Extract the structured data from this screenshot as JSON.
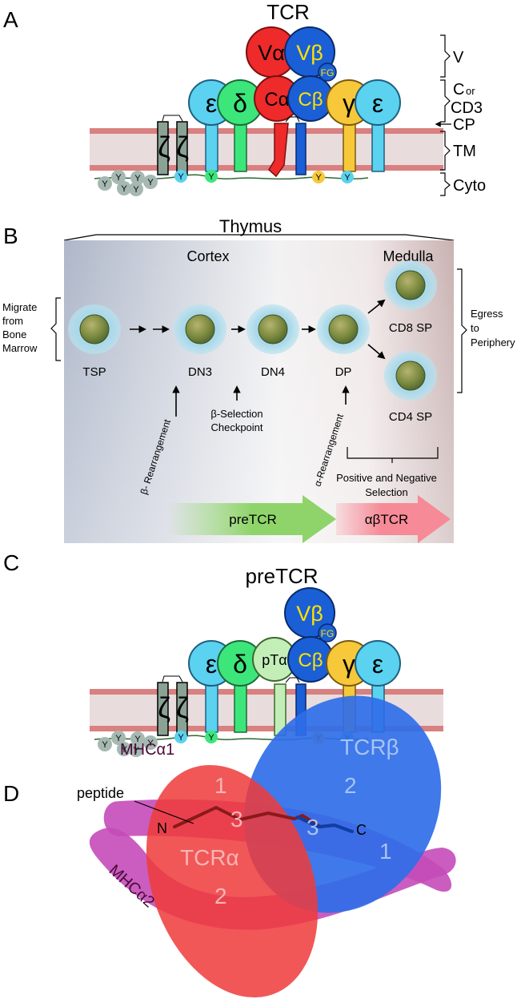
{
  "panels": {
    "a": {
      "letter": "A",
      "title": "TCR",
      "chains": {
        "v_alpha": "Vα",
        "v_beta": "Vβ",
        "fg": "FG",
        "c_alpha": "Cα",
        "c_beta": "Cβ",
        "epsilon": "ε",
        "delta": "δ",
        "gamma": "γ",
        "zeta": "ζ"
      },
      "domains": {
        "v": "V",
        "c_or": "C",
        "or": "or",
        "cd3": "CD3",
        "cp": "CP",
        "tm": "TM",
        "cyto": "Cyto"
      },
      "itam": "Y"
    },
    "b": {
      "letter": "B",
      "title": "Thymus",
      "cortex": "Cortex",
      "medulla": "Medulla",
      "migrate": [
        "Migrate",
        "from",
        "Bone",
        "Marrow"
      ],
      "egress": [
        "Egress",
        "to",
        "Periphery"
      ],
      "stages": {
        "tsp": "TSP",
        "dn3": "DN3",
        "dn4": "DN4",
        "dp": "DP",
        "cd8": "CD8 SP",
        "cd4": "CD4 SP"
      },
      "beta_rearr": "β- Rearrangement",
      "beta_sel": [
        "β-Selection",
        "Checkpoint"
      ],
      "alpha_rearr": "α-Rearrangement",
      "selection": [
        "Positive and Negative",
        "Selection"
      ],
      "pretcr_arrow": "preTCR",
      "abtcr_arrow": "αβTCR"
    },
    "c": {
      "letter": "C",
      "title": "preTCR",
      "pta": "pTα"
    },
    "d": {
      "letter": "D",
      "mhc1": "MHCα1",
      "mhc2": "MHCα2",
      "tcrb": "TCRβ",
      "tcra": "TCRα",
      "peptide": "peptide",
      "n": "N",
      "c": "C",
      "n1": "1",
      "n2": "2",
      "n3": "3"
    }
  },
  "colors": {
    "alpha_red": "#ee2a2a",
    "beta_blue": "#1a5fd6",
    "epsilon_cyan": "#5ad2f0",
    "delta_green": "#3ce67a",
    "gamma_yellow": "#f6c83a",
    "pta_green": "#c4eeb8",
    "membrane": "#d98080",
    "mhc_magenta": "#c44bb8",
    "fg_yellow": "#ffe100"
  }
}
